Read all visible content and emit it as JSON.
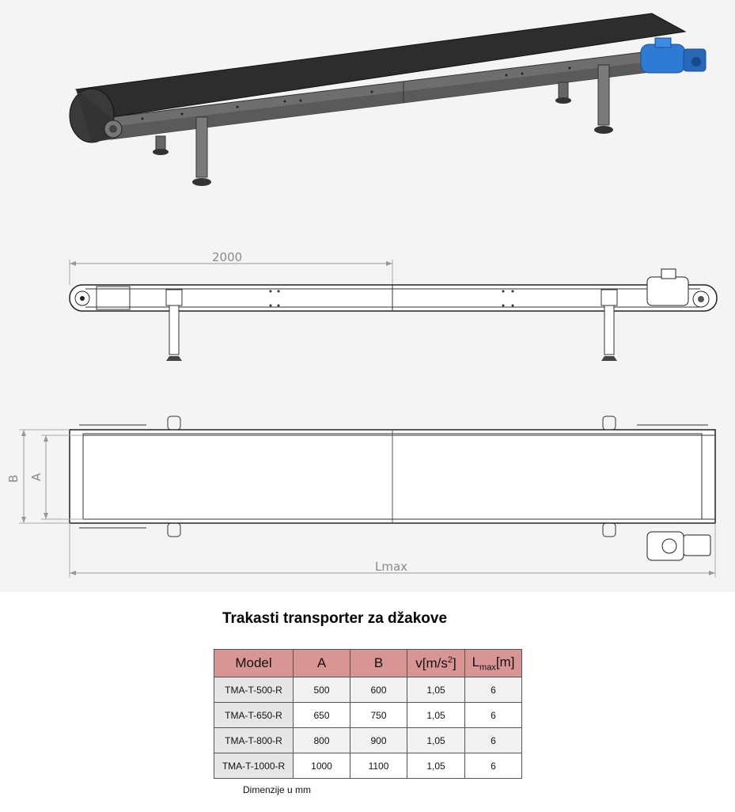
{
  "drawing": {
    "dim_length_label": "2000",
    "dim_total_label": "Lmax",
    "dim_a_label": "A",
    "dim_b_label": "B"
  },
  "title": "Trakasti transporter za džakove",
  "table": {
    "headers": {
      "model": "Model",
      "a": "A",
      "b": "B",
      "v_base": "v[m/s",
      "v_sup": "2",
      "v_end": "]",
      "l_base": "L",
      "l_sub": "max",
      "l_end": "[m]"
    },
    "rows": [
      {
        "model": "TMA-T-500-R",
        "a": "500",
        "b": "600",
        "v": "1,05",
        "l": "6"
      },
      {
        "model": "TMA-T-650-R",
        "a": "650",
        "b": "750",
        "v": "1,05",
        "l": "6"
      },
      {
        "model": "TMA-T-800-R",
        "a": "800",
        "b": "900",
        "v": "1,05",
        "l": "6"
      },
      {
        "model": "TMA-T-1000-R",
        "a": "1000",
        "b": "1100",
        "v": "1,05",
        "l": "6"
      }
    ]
  },
  "footnote": "Dimenzije u mm",
  "colors": {
    "header_bg": "#d99594",
    "motor_blue": "#2e7bd6",
    "belt_dark": "#2d2d2d"
  }
}
